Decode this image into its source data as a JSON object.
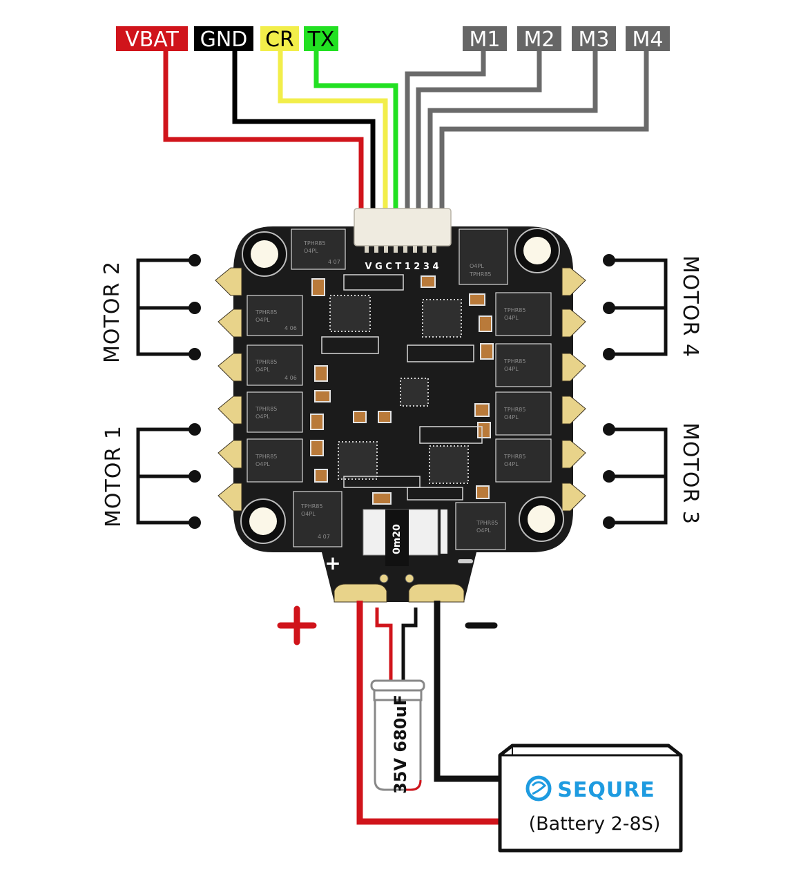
{
  "diagram": {
    "title": "ESC wiring diagram",
    "top_pins": [
      {
        "id": "vbat",
        "label": "VBAT",
        "bg": "#d0141b",
        "fg": "#ffffff",
        "wire": "#d0141b"
      },
      {
        "id": "gnd",
        "label": "GND",
        "bg": "#000000",
        "fg": "#ffffff",
        "wire": "#000000"
      },
      {
        "id": "cr",
        "label": "CR",
        "bg": "#f2ee4a",
        "fg": "#000000",
        "wire": "#f2ee4a"
      },
      {
        "id": "tx",
        "label": "TX",
        "bg": "#22e022",
        "fg": "#000000",
        "wire": "#22e022"
      },
      {
        "id": "m1",
        "label": "M1",
        "bg": "#666666",
        "fg": "#ffffff",
        "wire": "#6a6a6a"
      },
      {
        "id": "m2",
        "label": "M2",
        "bg": "#666666",
        "fg": "#ffffff",
        "wire": "#6a6a6a"
      },
      {
        "id": "m3",
        "label": "M3",
        "bg": "#666666",
        "fg": "#ffffff",
        "wire": "#6a6a6a"
      },
      {
        "id": "m4",
        "label": "M4",
        "bg": "#666666",
        "fg": "#ffffff",
        "wire": "#6a6a6a"
      }
    ],
    "connector_silkscreen": "V G C T 1 2 3 4",
    "motors": {
      "motor2": "MOTOR 2",
      "motor1": "MOTOR 1",
      "motor4": "MOTOR 4",
      "motor3": "MOTOR 3"
    },
    "mosfet_marking": {
      "line1": "TPHR85",
      "line2": "O4PL",
      "code_a": "4 07",
      "code_b": "4 06"
    },
    "shunt_marking": "0m20",
    "board_plus": "+",
    "board_minus": "−",
    "polarity": {
      "plus": "+",
      "minus": "−",
      "plus_color": "#d0141b",
      "minus_color": "#111111"
    },
    "capacitor": {
      "label": "35V 680uF"
    },
    "battery": {
      "brand": "SEQURE",
      "brand_color": "#1e9be0",
      "label": "(Battery 2-8S)"
    },
    "colors": {
      "pcb": "#1b1b1b",
      "pad": "#e8d38a",
      "positive": "#d0141b",
      "negative": "#111111"
    }
  }
}
